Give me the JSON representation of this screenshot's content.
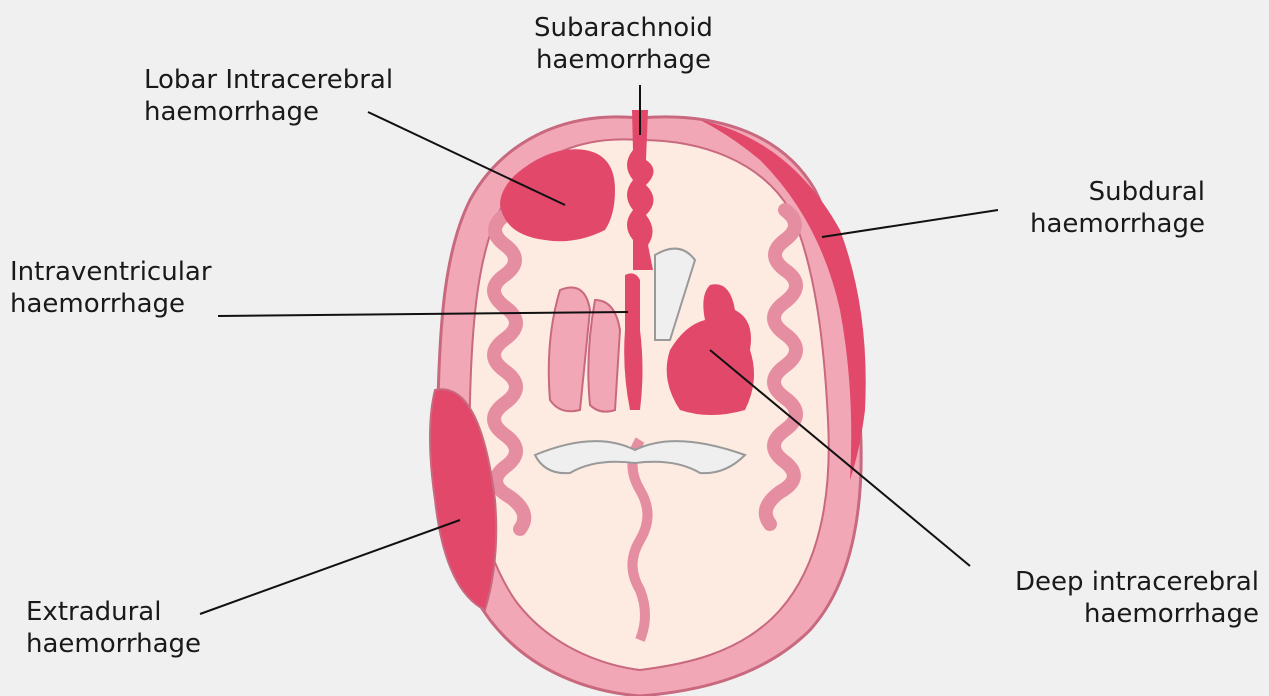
{
  "diagram": {
    "colors": {
      "background": "#f0f0f0",
      "white_matter": "#fdebe1",
      "cortex": "#f1a7b5",
      "cortex_outline": "#c9697f",
      "haemorrhage": "#e2486a",
      "ventricle": "#efefef",
      "leader_line": "#111111"
    },
    "labels": {
      "subarachnoid": {
        "line1": "Subarachnoid",
        "line2": "haemorrhage"
      },
      "lobar": {
        "line1": "Lobar Intracerebral",
        "line2": "haemorrhage"
      },
      "subdural": {
        "line1": "Subdural",
        "line2": "haemorrhage"
      },
      "intraventricular": {
        "line1": "Intraventricular",
        "line2": "haemorrhage"
      },
      "deep": {
        "line1": "Deep intracerebral",
        "line2": "haemorrhage"
      },
      "extradural": {
        "line1": "Extradural",
        "line2": "haemorrhage"
      }
    }
  }
}
